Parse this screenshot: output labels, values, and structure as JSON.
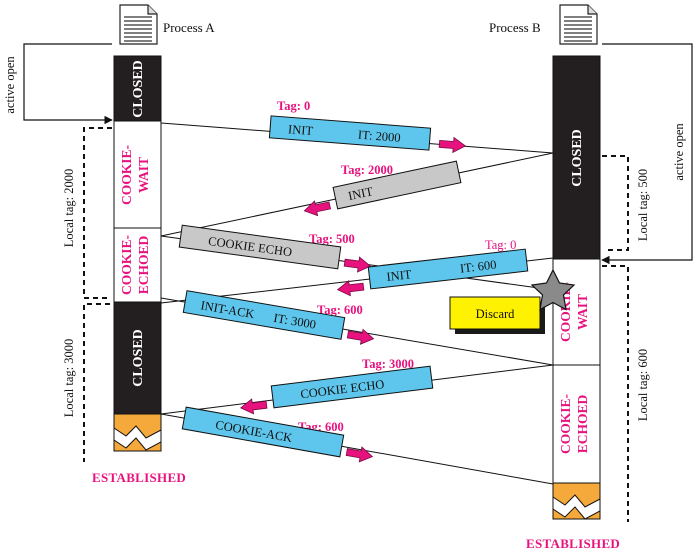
{
  "processes": {
    "a": {
      "label": "Process A"
    },
    "b": {
      "label": "Process B"
    }
  },
  "states": {
    "a_closed_top": [
      "CLOSED"
    ],
    "a_cookie_wait": [
      "COOKIE-",
      "WAIT"
    ],
    "a_cookie_echoed": [
      "COOKIE-",
      "ECHOED"
    ],
    "a_closed_mid": [
      "CLOSED"
    ],
    "b_closed": [
      "CLOSED"
    ],
    "b_cookie_wait": [
      "COOKIE-",
      "WAIT"
    ],
    "b_cookie_echoed": [
      "COOKIE-",
      "ECHOED"
    ]
  },
  "side_labels": {
    "active_open_a": "active open",
    "active_open_b": "active open",
    "local_tag_a_first": "Local tag: 2000",
    "local_tag_a_second": "Local tag: 3000",
    "local_tag_b_first": "Local tag: 500",
    "local_tag_b_second": "Local tag: 600"
  },
  "messages": {
    "init_a": {
      "name": "INIT",
      "it": "IT: 2000",
      "tag": "Tag: 0"
    },
    "init_b": {
      "name": "INIT",
      "tag": "Tag: 2000"
    },
    "cookie_echo_a": {
      "name": "COOKIE ECHO",
      "tag": "Tag: 500"
    },
    "init_b2": {
      "name": "INIT",
      "it": "IT: 600",
      "tag": "Tag: 0"
    },
    "init_ack": {
      "name": "INIT-ACK",
      "it": "IT: 3000",
      "tag": "Tag: 600"
    },
    "cookie_echo_b": {
      "name": "COOKIE ECHO",
      "tag": "Tag: 3000"
    },
    "cookie_ack": {
      "name": "COOKIE-ACK",
      "tag": "Tag: 600"
    }
  },
  "discard": {
    "label": "Discard"
  },
  "established": {
    "a": "ESTABLISHED",
    "b": "ESTABLISHED"
  },
  "colors": {
    "closed_fill": "#231f20",
    "pink": "#e8127f",
    "msg_blue": "#5ec6ec",
    "msg_gray": "#c8c8c8",
    "established_fill": "#f5a93a",
    "discard_fill": "#fff200",
    "star_fill": "#8a8a8a"
  },
  "icons": [
    "document-icon",
    "star-icon",
    "arrow-icon"
  ]
}
